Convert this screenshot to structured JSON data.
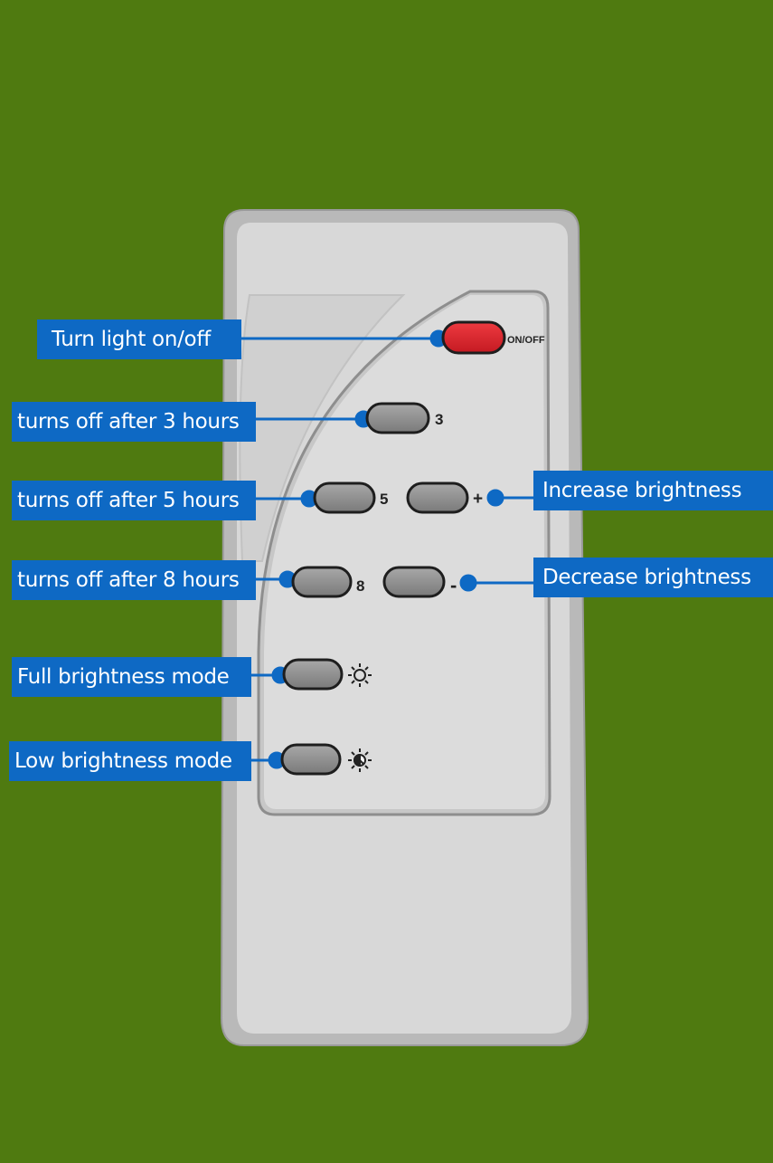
{
  "remote": {
    "buttons": {
      "power": {
        "symbol": "ON/OFF",
        "color": "#d8222c"
      },
      "timer3": {
        "symbol": "3"
      },
      "timer5": {
        "symbol": "5"
      },
      "timer8": {
        "symbol": "8"
      },
      "plus": {
        "symbol": "+"
      },
      "minus": {
        "symbol": "-"
      },
      "full": {
        "icon": "sun-icon"
      },
      "low": {
        "icon": "half-sun-icon"
      }
    }
  },
  "callouts": {
    "power": "Turn light on/off",
    "timer3": "turns off after 3 hours",
    "timer5": "turns off after 5 hours",
    "timer8": "turns off after 8 hours",
    "plus": "Increase brightness",
    "minus": "Decrease brightness",
    "full": "Full brightness mode",
    "low": "Low brightness mode"
  },
  "colors": {
    "background": "#4f7a10",
    "callout": "#0e69c4",
    "remote_body": "#cdcdcd",
    "button": "#8f8f8f"
  }
}
